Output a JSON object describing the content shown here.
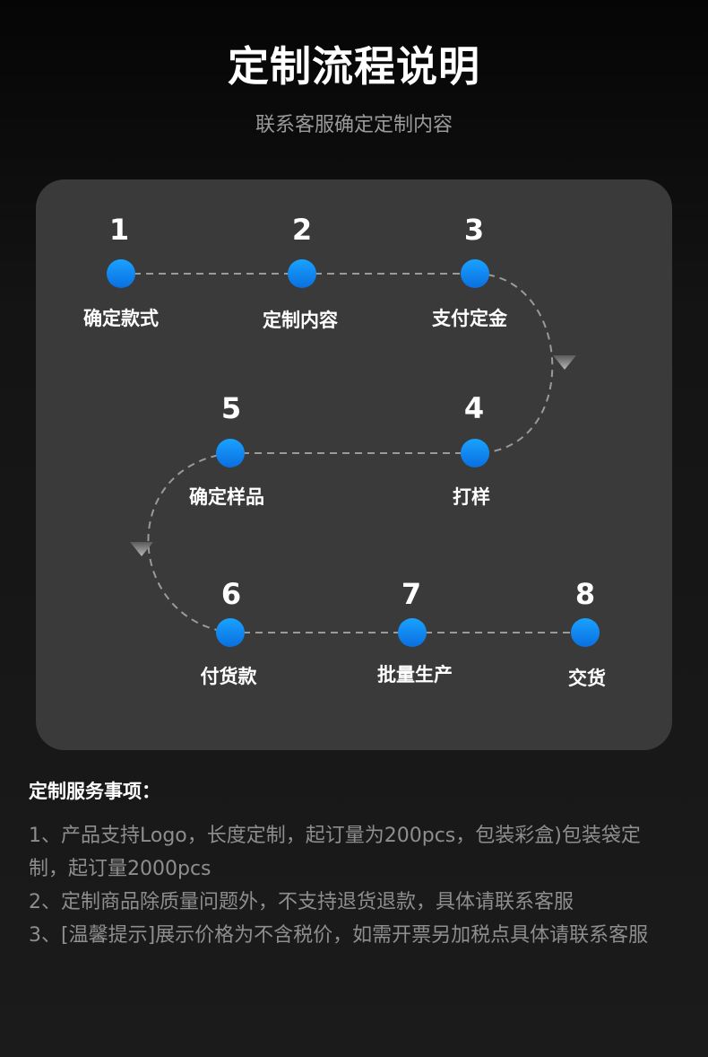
{
  "header": {
    "title": "定制流程说明",
    "subtitle": "联系客服确定定制内容"
  },
  "colors": {
    "node_light": "#1aa2ff",
    "node_dark": "#0a6fe0",
    "card_bg": "#3a3a3a",
    "connector": "#9a9a9a"
  },
  "steps": [
    {
      "num": "1",
      "label": "确定款式"
    },
    {
      "num": "2",
      "label": "定制内容"
    },
    {
      "num": "3",
      "label": "支付定金"
    },
    {
      "num": "4",
      "label": "打样"
    },
    {
      "num": "5",
      "label": "确定样品"
    },
    {
      "num": "6",
      "label": "付货款"
    },
    {
      "num": "7",
      "label": "批量生产"
    },
    {
      "num": "8",
      "label": "交货"
    }
  ],
  "notes": {
    "title": "定制服务事项：",
    "items": [
      "1、产品支持Logo，长度定制，起订量为200pcs，包装彩盒)包装袋定制，起订量2000pcs",
      "2、定制商品除质量问题外，不支持退货退款，具体请联系客服",
      "3、[温馨提示]展示价格为不含税价，如需开票另加税点具体请联系客服"
    ]
  }
}
